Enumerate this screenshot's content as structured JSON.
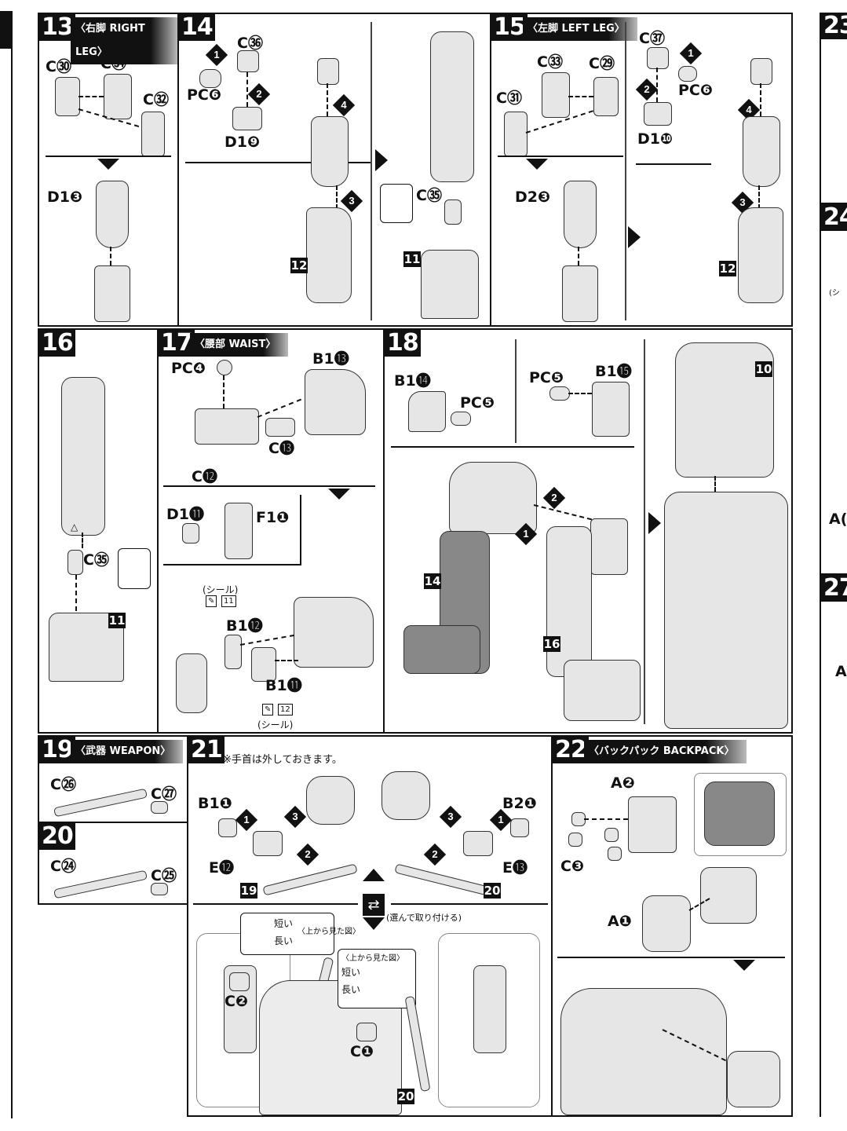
{
  "p13": {
    "num": "13",
    "title": "〈右脚 RIGHT LEG〉",
    "c30": "C㉚",
    "c34": "C㉞",
    "c32": "C㉜",
    "d13": "D1❸"
  },
  "p14": {
    "num": "14",
    "c36": "C㊱",
    "pc6": "PC❻",
    "d19": "D1❾",
    "c35": "C㉟",
    "s1": "1",
    "s2": "2",
    "s3": "3",
    "s4": "4",
    "b12": "12",
    "b11": "11"
  },
  "p15": {
    "num": "15",
    "title": "〈左脚 LEFT LEG〉",
    "c37": "C㊲",
    "c33": "C㉝",
    "c29": "C㉙",
    "c31": "C㉛",
    "pc6": "PC❻",
    "d110": "D1❿",
    "d23": "D2❸",
    "b12": "12",
    "s1": "1",
    "s2": "2",
    "s3": "3",
    "s4": "4"
  },
  "p16": {
    "num": "16",
    "c35": "C㉟",
    "b11": "11"
  },
  "p17": {
    "num": "17",
    "title": "〈腰部 WAIST〉",
    "pc4": "PC❹",
    "b113": "B1⓭",
    "c13": "C⓭",
    "c12": "C⓬",
    "d111": "D1⓫",
    "f11": "F1❶",
    "b112": "B1⓬",
    "b111": "B1⓫",
    "seal1": "(シール)",
    "seal_n1": "11",
    "seal2": "(シール)",
    "seal_n2": "12"
  },
  "p18": {
    "num": "18",
    "b114": "B1⓮",
    "pc5a": "PC❺",
    "pc5b": "PC❺",
    "b115": "B1⓯",
    "b10": "10",
    "b14": "14",
    "b16": "16",
    "s1": "1",
    "s2": "2"
  },
  "p19": {
    "num": "19",
    "title": "〈武器 WEAPON〉",
    "c26": "C㉖",
    "c27": "C㉗"
  },
  "p20": {
    "num": "20",
    "c24": "C㉔",
    "c25": "C㉕"
  },
  "p21": {
    "num": "21",
    "note": "※手首は外しておきます。",
    "b11": "B1❶",
    "b21": "B2❶",
    "e12": "E⓬",
    "e13": "E⓭",
    "b19": "19",
    "b20": "20",
    "choose": "(選んで取り付ける)",
    "short": "短い",
    "long": "長い",
    "view": "〈上から見た図〉",
    "c2": "C❷",
    "c1": "C❶",
    "s1": "1",
    "s2": "2",
    "s3": "3"
  },
  "p22": {
    "num": "22",
    "title": "〈バックパック BACKPACK〉",
    "a2": "A❷",
    "c3": "C❸",
    "a1": "A❶"
  },
  "edge": {
    "n23": "23",
    "n24": "24",
    "n27": "27",
    "a0": "A(",
    "a1": "A",
    "seal": "(シ"
  }
}
